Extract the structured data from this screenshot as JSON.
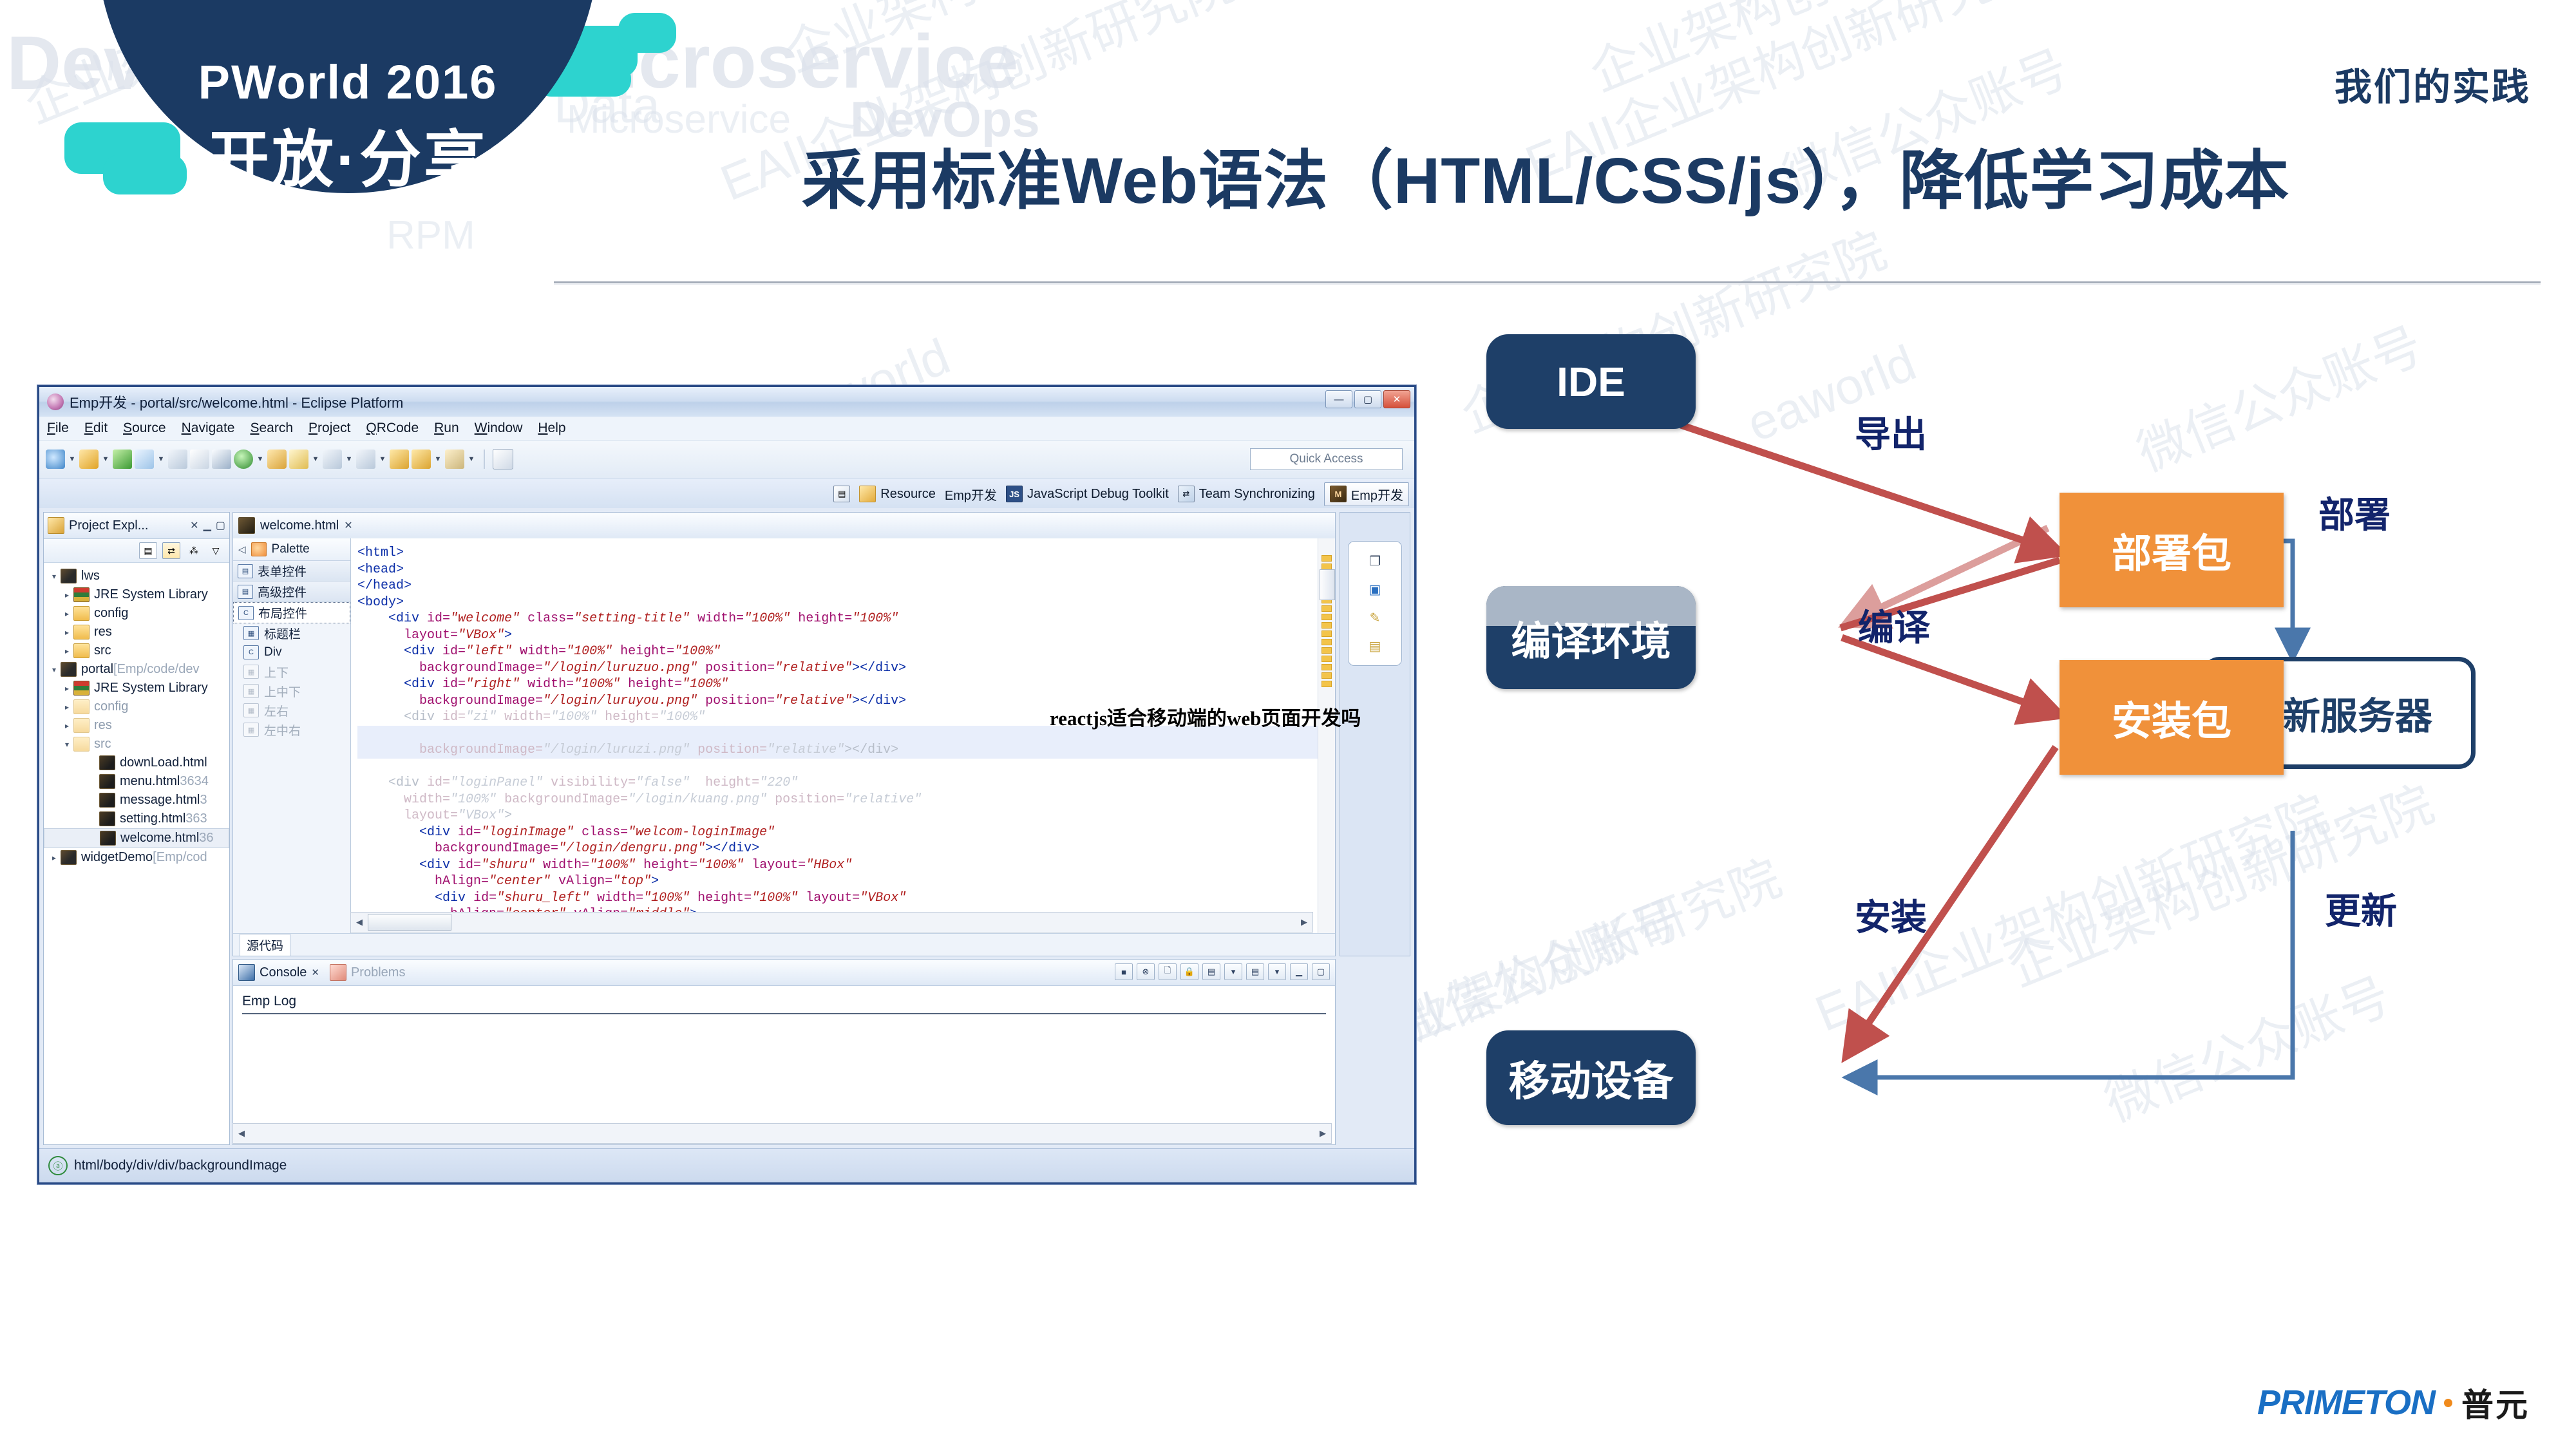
{
  "badge": {
    "event": "PWorld 2016",
    "slogan": "开放·分享"
  },
  "header": {
    "section": "我们的实践",
    "title": "采用标准Web语法（HTML/CSS/js），降低学习成本"
  },
  "watermarks": {
    "devops": "DevOps",
    "microservice_big": "Microservice",
    "data": "Data",
    "microservice_small": "Microservice",
    "devops_small": "DevOps",
    "rpm": "RPM",
    "eaworld": "eaworld",
    "wechat": "微信公众账号",
    "institute": "企业架构创新研究院",
    "eaii": "EAII企业架构创新研究院"
  },
  "overlay": {
    "question": "reactjs适合移动端的web页面开发吗"
  },
  "eclipse": {
    "title": "Emp开发 - portal/src/welcome.html - Eclipse Platform",
    "window_buttons": [
      "—",
      "▢",
      "✕"
    ],
    "menu": [
      "File",
      "Edit",
      "Source",
      "Navigate",
      "Search",
      "Project",
      "QRCode",
      "Run",
      "Window",
      "Help"
    ],
    "quick_access": "Quick Access",
    "perspectives": [
      {
        "label": "Resource",
        "icon": "folder-icon",
        "active": false
      },
      {
        "label": "Emp开发",
        "icon": "none",
        "active": false
      },
      {
        "label": "JavaScript Debug Toolkit",
        "icon": "js-icon",
        "active": false
      },
      {
        "label": "Team Synchronizing",
        "icon": "sync-icon",
        "active": false
      },
      {
        "label": "Emp开发",
        "icon": "m-icon",
        "active": true
      }
    ],
    "project_explorer": {
      "tab_label": "Project Expl...",
      "tree": [
        {
          "indent": 0,
          "twist": "▾",
          "icon": "project-icon",
          "label": "lws",
          "meta": "",
          "dim": false,
          "selected": false
        },
        {
          "indent": 1,
          "twist": "▸",
          "icon": "jre-icon",
          "label": "JRE System Library",
          "meta": "",
          "dim": false,
          "selected": false
        },
        {
          "indent": 1,
          "twist": "▸",
          "icon": "folder-icon",
          "label": "config",
          "meta": "",
          "dim": false,
          "selected": false
        },
        {
          "indent": 1,
          "twist": "▸",
          "icon": "folder-icon",
          "label": "res",
          "meta": "",
          "dim": false,
          "selected": false
        },
        {
          "indent": 1,
          "twist": "▸",
          "icon": "folder-icon",
          "label": "src",
          "meta": "",
          "dim": false,
          "selected": false
        },
        {
          "indent": 0,
          "twist": "▾",
          "icon": "project-icon",
          "label": "portal",
          "meta": "[Emp/code/dev",
          "dim": false,
          "selected": false
        },
        {
          "indent": 1,
          "twist": "▸",
          "icon": "jre-icon",
          "label": "JRE System Library",
          "meta": "",
          "dim": false,
          "selected": false
        },
        {
          "indent": 1,
          "twist": "▸",
          "icon": "folder-icon",
          "label": "config",
          "meta": "",
          "dim": true,
          "selected": false
        },
        {
          "indent": 1,
          "twist": "▸",
          "icon": "folder-icon",
          "label": "res",
          "meta": "",
          "dim": true,
          "selected": false
        },
        {
          "indent": 1,
          "twist": "▾",
          "icon": "folder-icon",
          "label": "src",
          "meta": "",
          "dim": true,
          "selected": false
        },
        {
          "indent": 3,
          "twist": "",
          "icon": "html-icon",
          "label": "downLoad.html",
          "meta": "",
          "dim": false,
          "selected": false
        },
        {
          "indent": 3,
          "twist": "",
          "icon": "html-icon",
          "label": "menu.html",
          "meta": "3634",
          "dim": false,
          "selected": false
        },
        {
          "indent": 3,
          "twist": "",
          "icon": "html-icon",
          "label": "message.html",
          "meta": "3",
          "dim": false,
          "selected": false
        },
        {
          "indent": 3,
          "twist": "",
          "icon": "html-icon",
          "label": "setting.html",
          "meta": "363",
          "dim": false,
          "selected": false
        },
        {
          "indent": 3,
          "twist": "",
          "icon": "html-icon",
          "label": "welcome.html",
          "meta": "36",
          "dim": false,
          "selected": true
        },
        {
          "indent": 0,
          "twist": "▸",
          "icon": "project-icon",
          "label": "widgetDemo",
          "meta": "[Emp/cod",
          "dim": false,
          "selected": false
        }
      ]
    },
    "editor": {
      "tab_label": "welcome.html",
      "palette_title": "Palette",
      "palette_categories": [
        {
          "label": "表单控件",
          "open": false
        },
        {
          "label": "高级控件",
          "open": false
        },
        {
          "label": "布局控件",
          "open": true
        }
      ],
      "palette_items": [
        {
          "label": "标题栏",
          "disabled": false
        },
        {
          "label": "Div",
          "disabled": false
        },
        {
          "label": "上下",
          "disabled": true
        },
        {
          "label": "上中下",
          "disabled": true
        },
        {
          "label": "左右",
          "disabled": true
        },
        {
          "label": "左中右",
          "disabled": true
        }
      ],
      "source_tab": "源代码"
    },
    "console": {
      "tabs": [
        {
          "label": "Console",
          "active": true
        },
        {
          "label": "Problems",
          "active": false
        }
      ],
      "log_title": "Emp Log"
    },
    "status_bar": "html/body/div/div/backgroundImage"
  },
  "diagram": {
    "nodes": [
      {
        "id": "ide",
        "label": "IDE",
        "style": "navy"
      },
      {
        "id": "deploy_pkg",
        "label": "部署包",
        "style": "orange"
      },
      {
        "id": "update_server",
        "label": "更新服务器",
        "style": "white"
      },
      {
        "id": "compile_env",
        "label": "编译环境",
        "style": "compile"
      },
      {
        "id": "install_pkg",
        "label": "安装包",
        "style": "orange"
      },
      {
        "id": "mobile_device",
        "label": "移动设备",
        "style": "navy"
      }
    ],
    "edge_labels": [
      {
        "id": "export",
        "label": "导出"
      },
      {
        "id": "deploy",
        "label": "部署"
      },
      {
        "id": "compile",
        "label": "编译"
      },
      {
        "id": "install",
        "label": "安装"
      },
      {
        "id": "update",
        "label": "更新"
      }
    ],
    "colors": {
      "navy": "#1e3f68",
      "orange": "#f0913a",
      "arrow_red": "#c0504d",
      "arrow_blue": "#4a77ab",
      "grey": "#a9b6c6"
    }
  },
  "footer": {
    "brand": "PRIMETON",
    "dot": "·",
    "brand_cn": "普元"
  }
}
